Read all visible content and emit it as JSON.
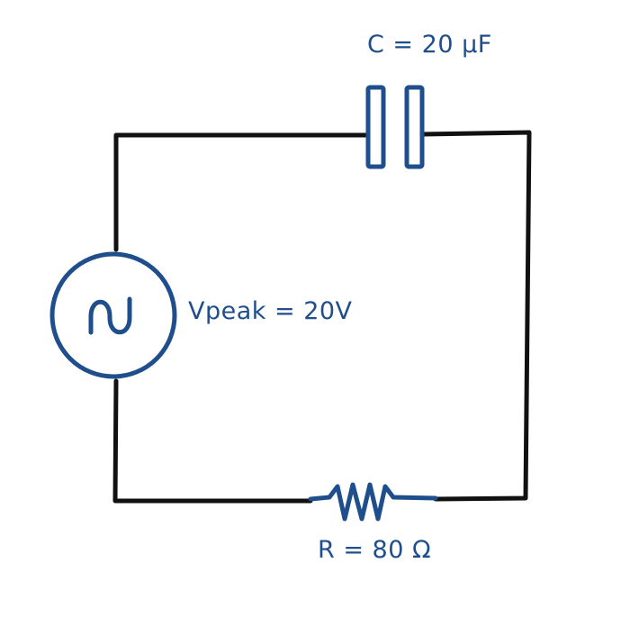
{
  "colors": {
    "wire": "#111111",
    "component": "#1f4e8c",
    "background": "#ffffff"
  },
  "capacitor": {
    "label": "C = 20 μF"
  },
  "source": {
    "icon": "ac-source-icon",
    "label": "Vpeak = 20V"
  },
  "resistor": {
    "label": "R = 80 Ω"
  }
}
